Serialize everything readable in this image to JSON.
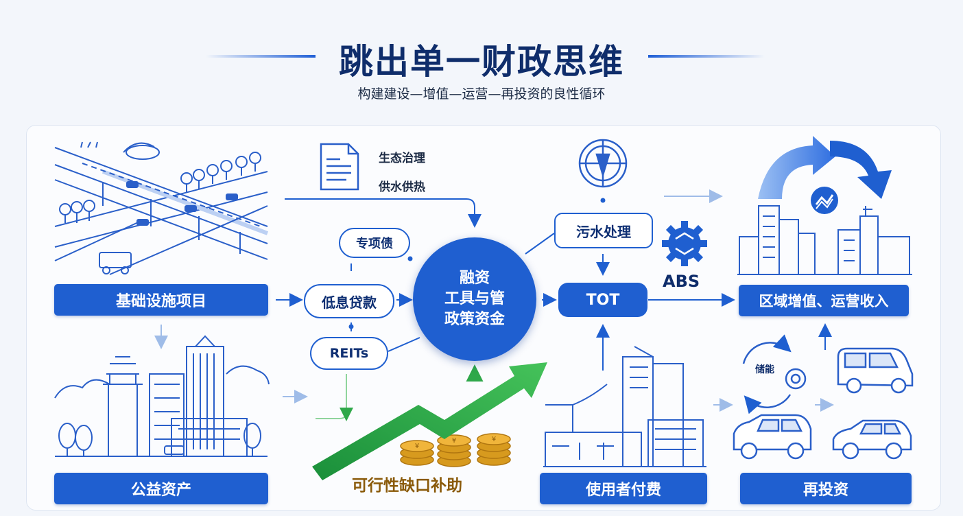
{
  "header": {
    "title": "跳出单一财政思维",
    "subtitle": "构建建设—增值—运营—再投资的良性循环"
  },
  "nodes": {
    "infrastructure": "基础设施项目",
    "public_assets": "公益资产",
    "special_bond": "专项债",
    "low_interest_loan": "低息贷款",
    "reits": "REITs",
    "center_lines": [
      "融资",
      "工具与管",
      "政策资金"
    ],
    "sewage": "污水处理",
    "tot": "TOT",
    "abs": "ABS",
    "regional_value": "区域增值、运营收入",
    "user_pays": "使用者付费",
    "reinvest": "再投资",
    "gap_subsidy": "可行性缺口补助",
    "doc_items": [
      "生态治理",
      "供水供热"
    ],
    "storage": "储能"
  },
  "colors": {
    "primary": "#1f5fd0",
    "dark_navy": "#0f2d6b",
    "green": "#2fa84a",
    "gold": "#d79a1e",
    "line_art": "#2a5fc9"
  },
  "icons": [
    "document-icon",
    "compass-icon",
    "gear-icon",
    "trend-icon",
    "coins-icon",
    "growth-arrow-icon",
    "cycle-arrows-icon"
  ]
}
